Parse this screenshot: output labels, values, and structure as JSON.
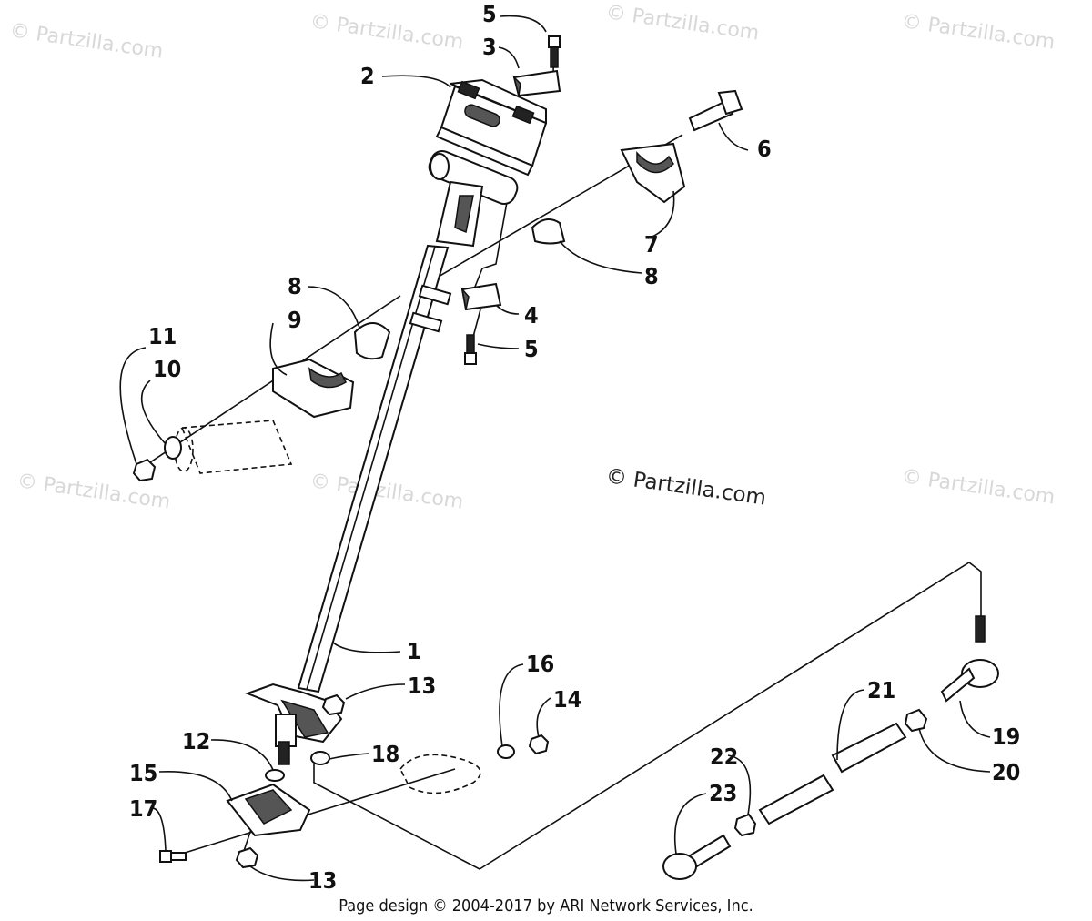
{
  "watermarks": {
    "corner_text": "© Partzilla.com",
    "center_text": "© Partzilla.com"
  },
  "footer": "Page design © 2004-2017 by ARI Network Services, Inc.",
  "callouts": {
    "c1": "1",
    "c2": "2",
    "c3": "3",
    "c4": "4",
    "c5a": "5",
    "c5b": "5",
    "c6": "6",
    "c7": "7",
    "c8a": "8",
    "c8b": "8",
    "c9": "9",
    "c10": "10",
    "c11": "11",
    "c12": "12",
    "c13a": "13",
    "c13b": "13",
    "c14": "14",
    "c15": "15",
    "c16": "16",
    "c17": "17",
    "c18": "18",
    "c19": "19",
    "c20": "20",
    "c21": "21",
    "c22": "22",
    "c23": "23"
  }
}
